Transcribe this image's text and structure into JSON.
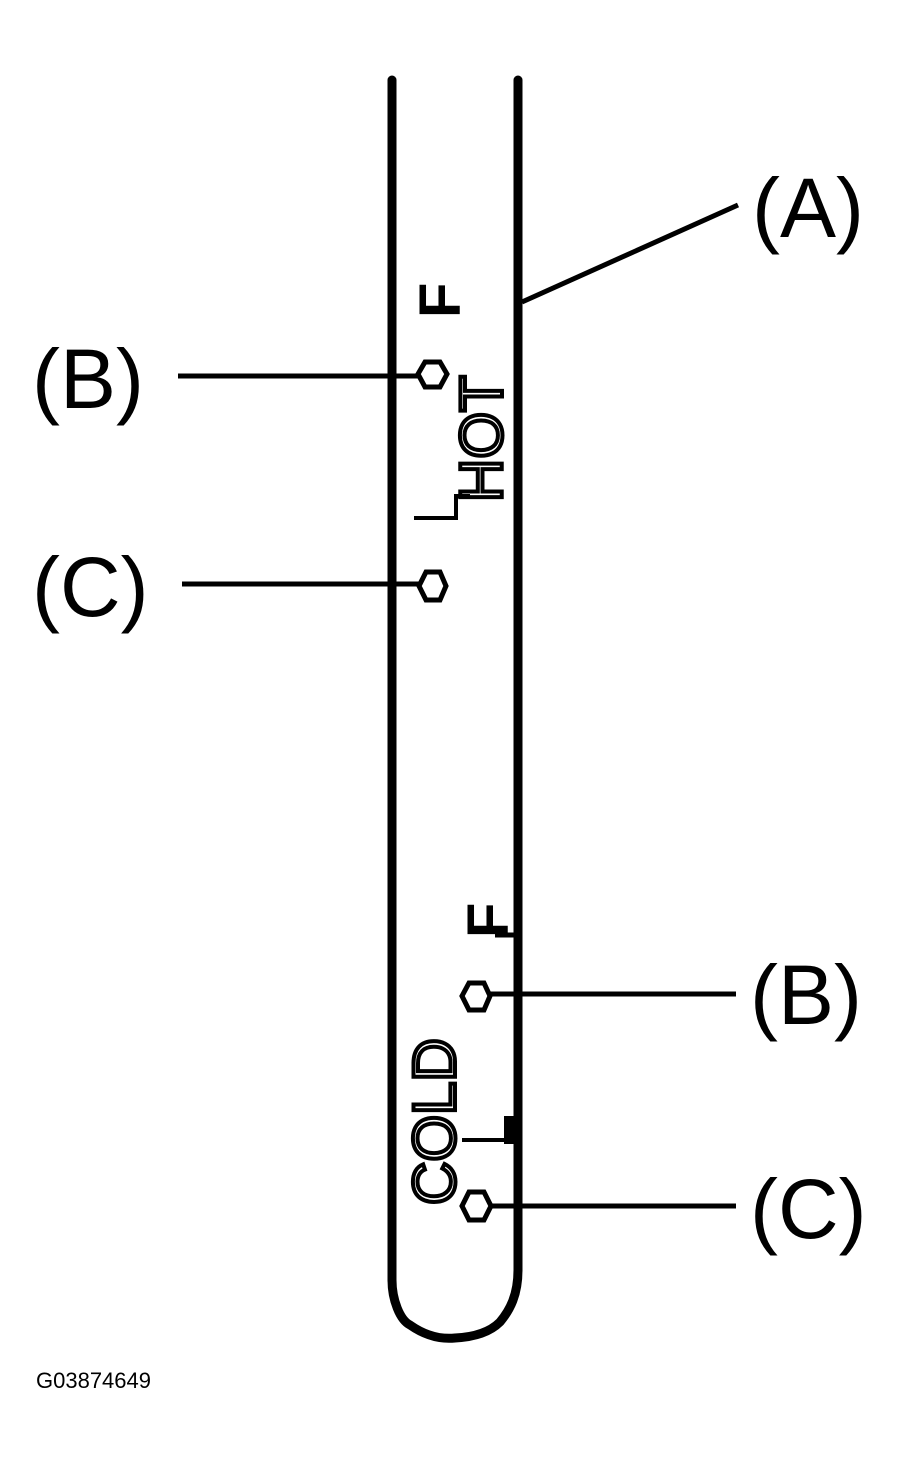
{
  "diagram": {
    "callouts": {
      "a": "(A)",
      "b_upper": "(B)",
      "c_upper": "(C)",
      "b_lower": "(B)",
      "c_lower": "(C)"
    },
    "scale_marks": {
      "hot_label": "HOT",
      "hot_full": "F",
      "cold_label": "COLD",
      "cold_full": "F"
    },
    "figure_id": "G03874649",
    "colors": {
      "ink": "#000000",
      "background": "#ffffff"
    }
  }
}
